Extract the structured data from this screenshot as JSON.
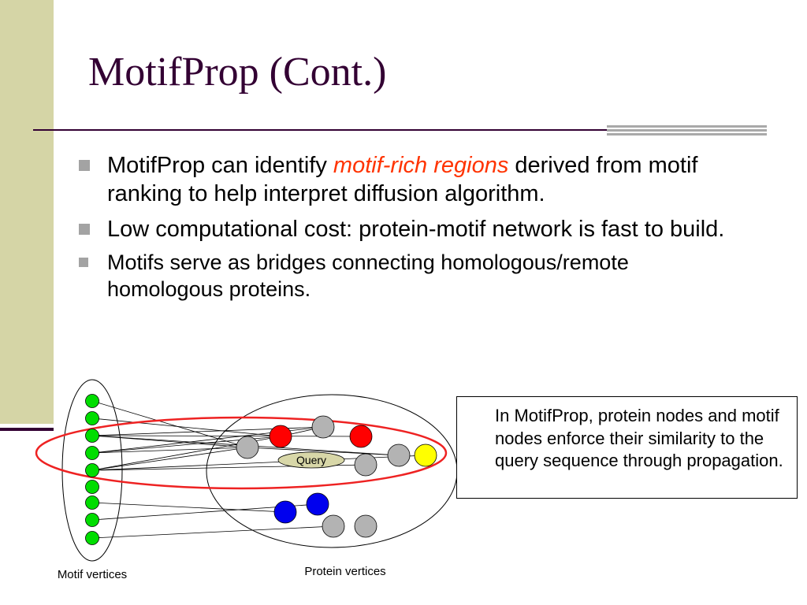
{
  "slide": {
    "title": "MotifProp (Cont.)",
    "bullets": [
      {
        "pre": "MotifProp can identify ",
        "highlight": "motif-rich regions",
        "post": " derived from motif ranking to help interpret diffusion algorithm."
      },
      {
        "text": "Low computational cost: protein-motif network is fast to build."
      },
      {
        "text": "Motifs serve as bridges connecting homologous/remote homologous proteins."
      }
    ]
  },
  "diagram": {
    "query_label": "Query",
    "motif_label": "Motif vertices",
    "protein_label": "Protein vertices",
    "colors": {
      "motif": "#00dd00",
      "grey": "#b3b3b3",
      "red": "#ff0000",
      "blue": "#0000ee",
      "yellow": "#ffff00",
      "query_fill": "#d8d7a8",
      "highlight_ring": "#ee2222"
    }
  },
  "note": {
    "text": "In MotifProp, protein nodes and motif nodes enforce their similarity to the query sequence through propagation."
  }
}
